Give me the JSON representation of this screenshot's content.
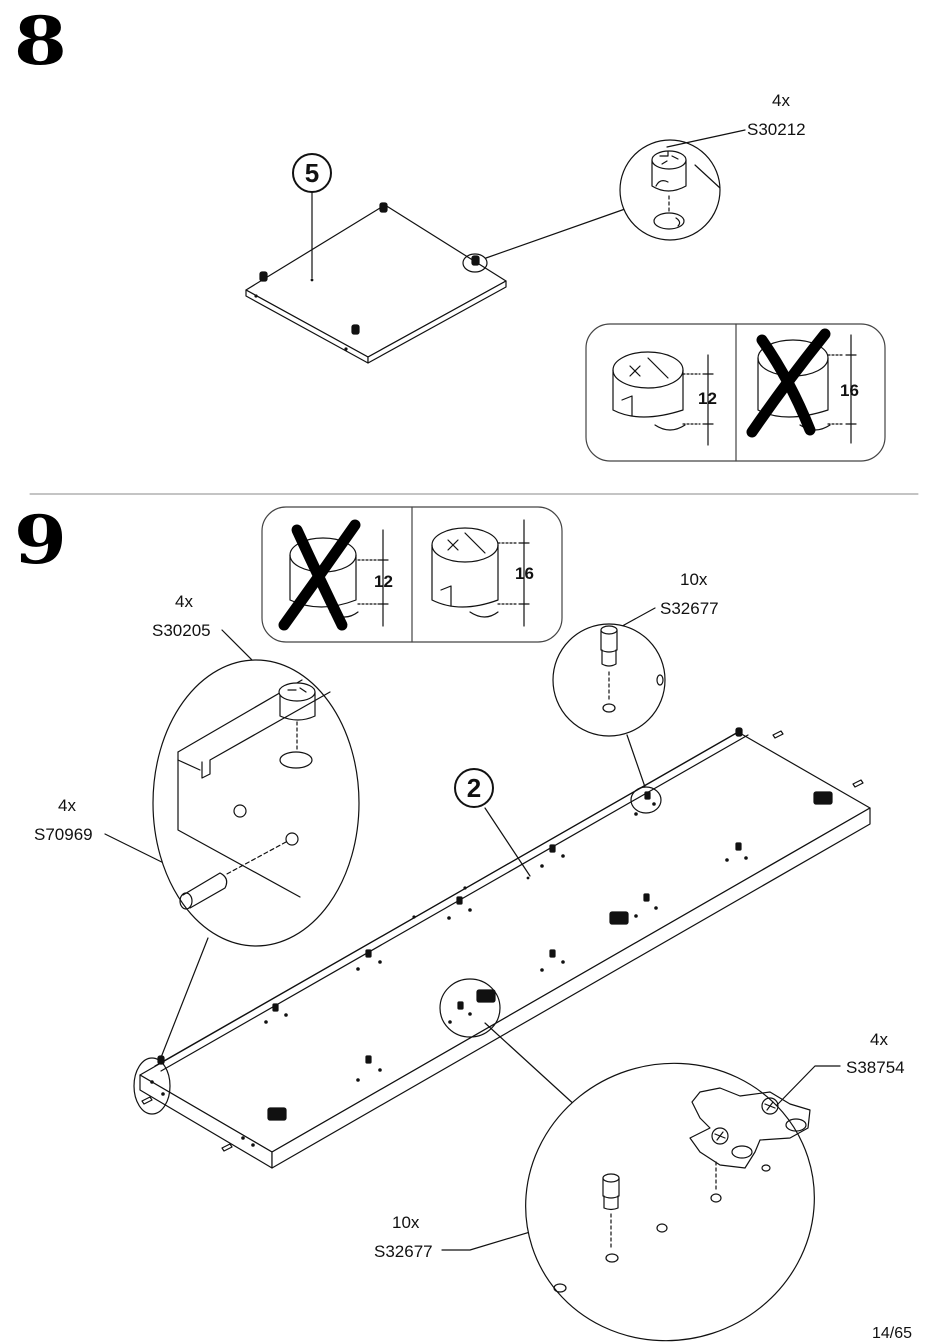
{
  "steps": [
    {
      "number": "8",
      "part_label": "5",
      "callouts": [
        {
          "qty": "4x",
          "code": "S30212"
        }
      ],
      "comparison": {
        "ok_dimension": "12",
        "wrong_dimension": "16"
      }
    },
    {
      "number": "9",
      "part_label": "2",
      "comparison": {
        "wrong_dimension": "12",
        "ok_dimension": "16"
      },
      "callouts": [
        {
          "qty": "4x",
          "code": "S30205"
        },
        {
          "qty": "4x",
          "code": "S70969"
        },
        {
          "qty": "10x",
          "code": "S32677"
        },
        {
          "qty": "4x",
          "code": "S38754"
        },
        {
          "qty": "10x",
          "code": "S32677"
        }
      ]
    }
  ],
  "page_number": "14/65",
  "colors": {
    "line": "#111111",
    "panel_border": "#444444",
    "separator": "#888888"
  }
}
